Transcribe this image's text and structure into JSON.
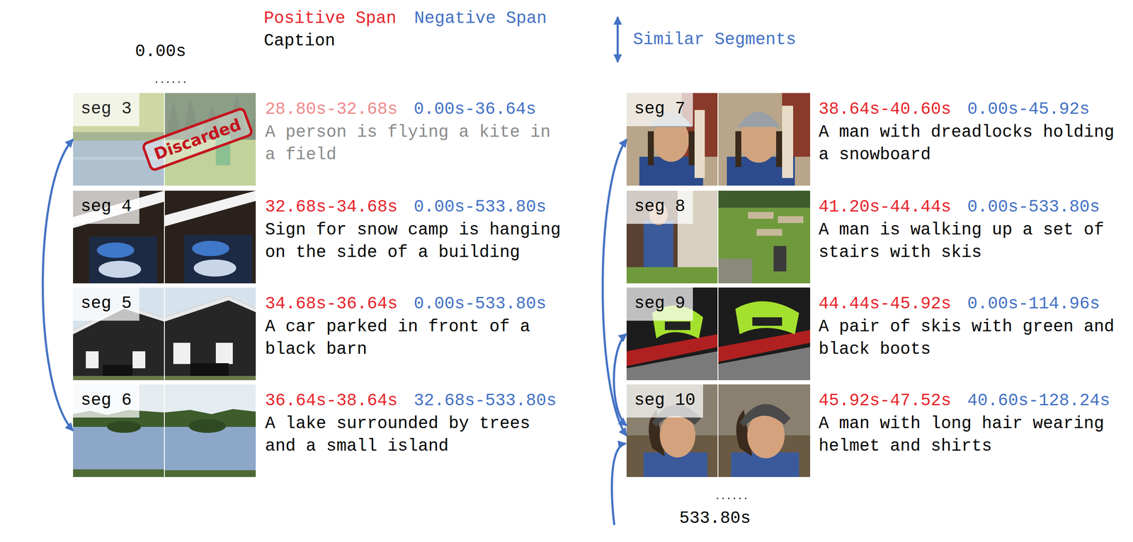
{
  "diagram": {
    "nodes": [
      {
        "text": [
          "seg 3",
          "28.80s-32.68s",
          "0.00s-36.64s",
          "A person is flying a kite in a field"
        ]
      },
      {
        "text": [
          "seg 4",
          "32.68s-34.68s",
          "0.00s-533.80s",
          "Sign for snow camp is hanging on the side of a building"
        ]
      },
      {
        "text": [
          "seg 5",
          "34.68s-36.64s",
          "0.00s-533.80s",
          "A car parked in front of a black barn"
        ]
      },
      {
        "text": [
          "seg 6",
          "36.64s-38.64s",
          "32.68s-533.80s",
          "A lake surrounded by trees and a small island"
        ]
      },
      {
        "text": [
          "seg 7",
          "38.64s-40.60s",
          "0.00s-45.92s",
          "A man with dreadlocks holding a snowboard"
        ]
      },
      {
        "text": [
          "seg 8",
          "41.20s-44.44s",
          "0.00s-533.80s",
          "A man is walking up a set of stairs with skis"
        ]
      },
      {
        "text": [
          "seg 9",
          "44.44s-45.92s",
          "0.00s-114.96s",
          "A pair of skis with green and black boots"
        ]
      },
      {
        "text": [
          "seg 10",
          "45.92s-47.52s",
          "40.60s-128.24s",
          "A man with long hair wearing helmet and shirts"
        ]
      }
    ],
    "edges": [
      {
        "from": 0,
        "to": 3,
        "arrow": "both"
      },
      {
        "from": 7,
        "to": 4,
        "arrow": "both"
      },
      {
        "from": 7,
        "to": 6,
        "arrow": "both"
      }
    ],
    "labels": [
      "0.00s",
      "......",
      "Discarded",
      "......",
      "533.80s"
    ],
    "legend": [
      {
        "text": "Positive Span",
        "color": "#e8252b"
      },
      {
        "text": "Negative Span",
        "color": "#4472c4"
      },
      {
        "text": "Caption",
        "color": "#000000"
      },
      {
        "text": "Similar Segments"
      }
    ]
  }
}
